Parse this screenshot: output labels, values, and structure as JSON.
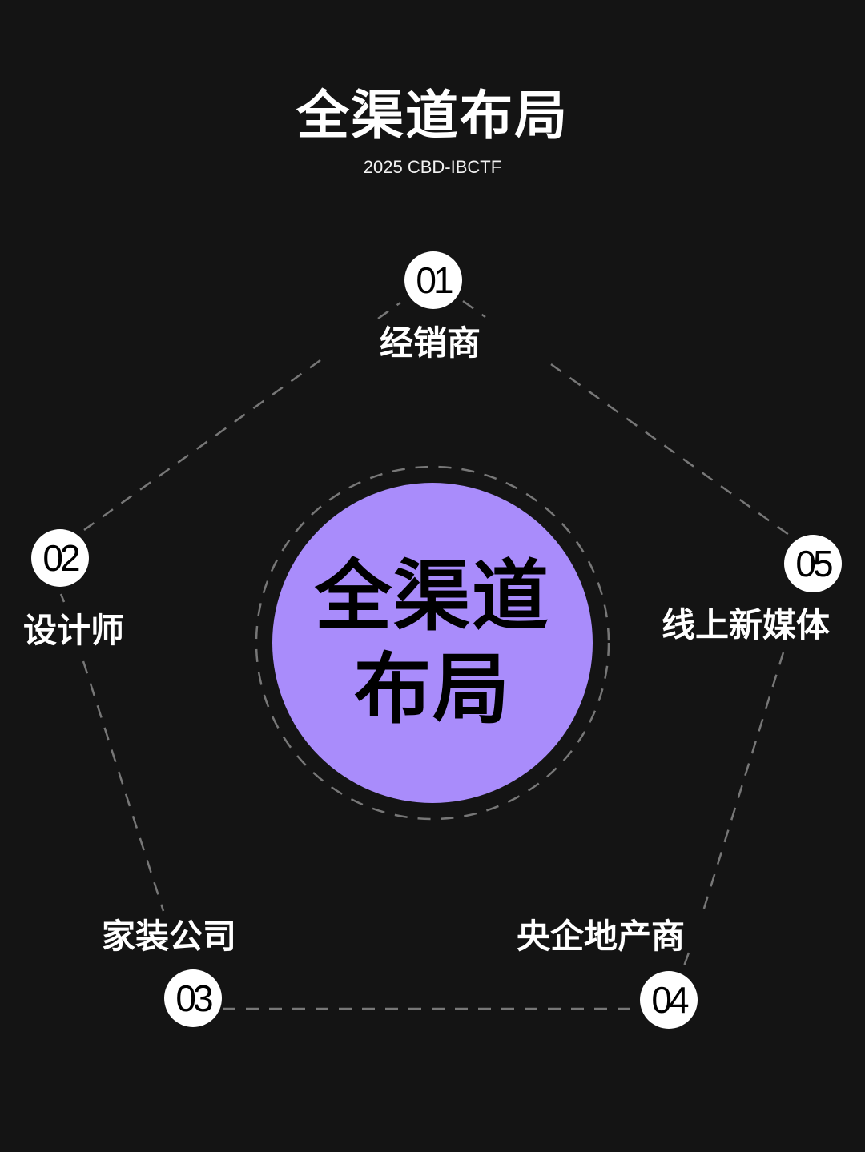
{
  "header": {
    "title": "全渠道布局",
    "subtitle": "2025 CBD-IBCTF"
  },
  "center": {
    "label": "全渠道布局",
    "color": "#a98cfb"
  },
  "nodes": [
    {
      "number": "01",
      "label": "经销商"
    },
    {
      "number": "02",
      "label": "设计师"
    },
    {
      "number": "03",
      "label": "家装公司"
    },
    {
      "number": "04",
      "label": "央企地产商"
    },
    {
      "number": "05",
      "label": "线上新媒体"
    }
  ],
  "colors": {
    "background": "#141414",
    "connector": "#777777",
    "badge": "#ffffff"
  }
}
